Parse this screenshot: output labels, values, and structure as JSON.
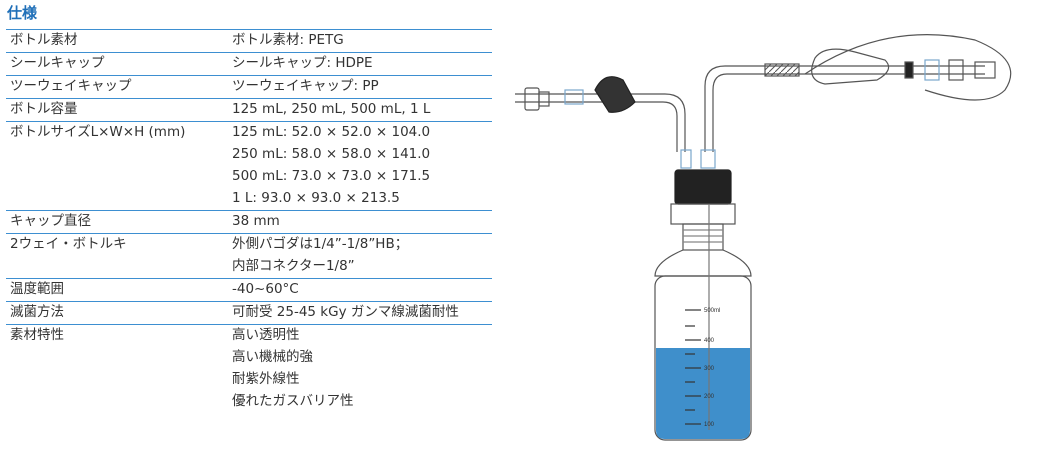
{
  "heading": "仕様",
  "spec_rows": [
    {
      "key": "ボトル素材",
      "lines": [
        "ボトル素材: PETG"
      ]
    },
    {
      "key": "シールキャップ",
      "lines": [
        "シールキャップ: HDPE"
      ]
    },
    {
      "key": "ツーウェイキャップ",
      "lines": [
        "ツーウェイキャップ: PP"
      ]
    },
    {
      "key": "ボトル容量",
      "lines": [
        "125 mL, 250 mL, 500 mL, 1 L"
      ]
    },
    {
      "key": "ボトルサイズL×W×H (mm)",
      "lines": [
        "125 mL: 52.0 × 52.0 × 104.0",
        "250 mL: 58.0 × 58.0 × 141.0",
        "500 mL: 73.0 × 73.0 × 171.5",
        "1 L: 93.0 × 93.0 × 213.5"
      ]
    },
    {
      "key": "キャップ直径",
      "lines": [
        "38 mm"
      ]
    },
    {
      "key": "2ウェイ・ボトルキ",
      "lines": [
        "外側パゴダは1/4”-1/8”HB；",
        "内部コネクター1/8”"
      ]
    },
    {
      "key": "温度範囲",
      "lines": [
        "-40~60°C"
      ]
    },
    {
      "key": "滅菌方法",
      "lines": [
        "可耐受 25-45 kGy ガンマ線滅菌耐性"
      ]
    },
    {
      "key": "素材特性",
      "lines": [
        "高い透明性",
        "高い機械的強",
        "耐紫外線性",
        "優れたガスバリア性"
      ]
    }
  ],
  "figure": {
    "graduations": [
      "500ml",
      "400",
      "300",
      "200",
      "100"
    ],
    "liquid_color": "#3f8fcb",
    "accent_color": "#3d8fd1"
  }
}
